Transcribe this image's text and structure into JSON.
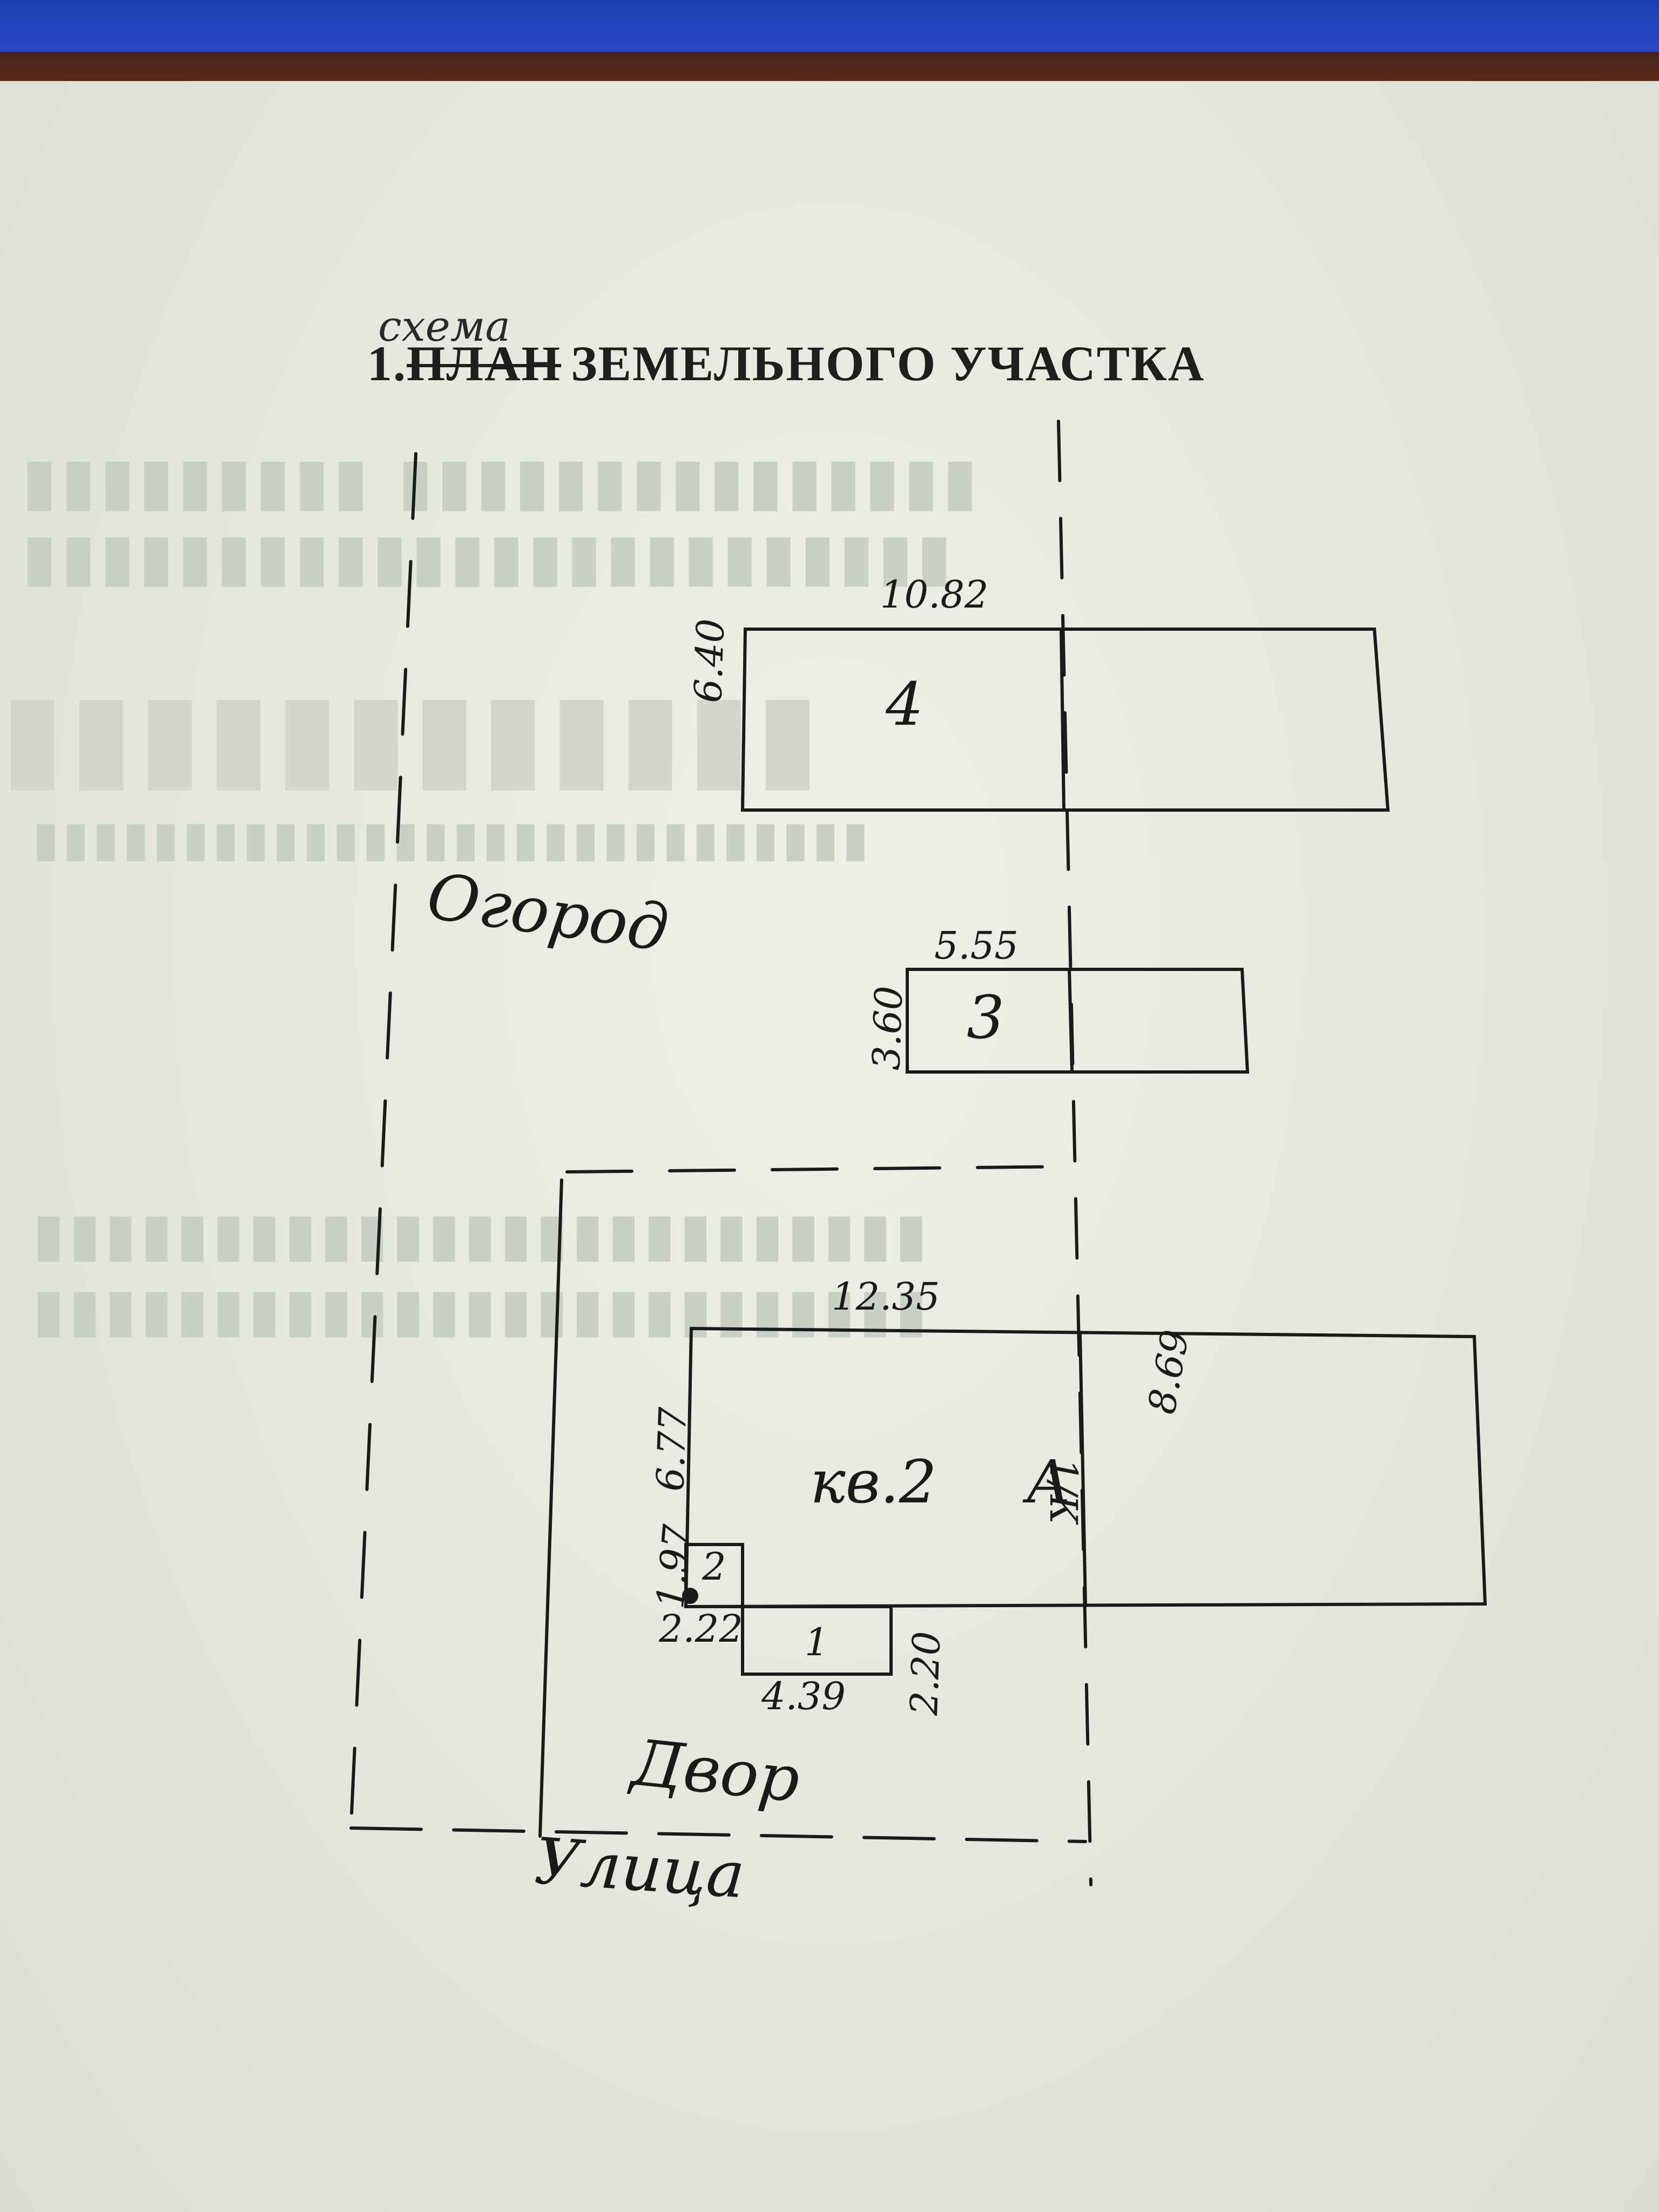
{
  "document": {
    "title_number": "1.",
    "title_struck": "ПЛАН",
    "title_main": "ЗЕМЕЛЬНОГО УЧАСТКА",
    "title_handwritten": "схема"
  },
  "labels": {
    "garden": "Огород",
    "yard": "Двор",
    "street": "Улица"
  },
  "buildings": [
    {
      "id": "4",
      "number": "4",
      "width": "10.82",
      "depth": "6.40"
    },
    {
      "id": "3",
      "number": "3",
      "width": "5.55",
      "depth": "3.60"
    },
    {
      "id": "kv2",
      "number": "кв.2",
      "width": "12.35",
      "depth": "6.77",
      "letter": "А",
      "side_mark": "1/К",
      "right_dim": "8.69"
    },
    {
      "id": "2",
      "number": "2",
      "width": "2.22",
      "depth": "1.97"
    },
    {
      "id": "1",
      "number": "1",
      "width": "4.39",
      "depth": "2.20"
    }
  ],
  "colors": {
    "ink": "#1a1a1a",
    "paper": "#e6e9df",
    "desk_blue": "#2a46c7",
    "desk_wood": "#5a2a1c"
  }
}
